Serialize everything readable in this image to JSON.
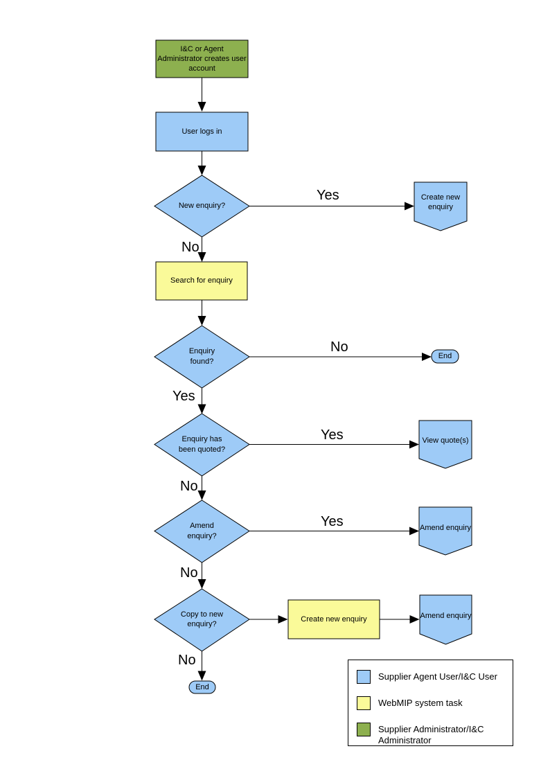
{
  "colors": {
    "user": "#9ECBF7",
    "system": "#FAFA99",
    "admin": "#8DB04F",
    "stroke": "#000000"
  },
  "nodes": {
    "admin_create_account": {
      "label": "I&C or Agent Administrator creates user account"
    },
    "user_logs_in": {
      "label": "User logs in"
    },
    "new_enquiry_q": {
      "label": "New enquiry?"
    },
    "create_new_enquiry_offpage": {
      "label": "Create new enquiry"
    },
    "search_for_enquiry": {
      "label": "Search for enquiry"
    },
    "enquiry_found_q": {
      "label": "Enquiry found?"
    },
    "end_right": {
      "label": "End"
    },
    "enquiry_quoted_q": {
      "label": "Enquiry has been quoted?"
    },
    "view_quotes": {
      "label": "View quote(s)"
    },
    "amend_enquiry_q": {
      "label": "Amend enquiry?"
    },
    "amend_enquiry_offpage": {
      "label": "Amend enquiry"
    },
    "copy_to_new_q": {
      "label": "Copy to new enquiry?"
    },
    "create_new_enquiry_task": {
      "label": "Create new enquiry"
    },
    "amend_enquiry_offpage2": {
      "label": "Amend enquiry"
    },
    "end_bottom": {
      "label": "End"
    }
  },
  "edge_labels": {
    "new_enquiry_yes": "Yes",
    "new_enquiry_no": "No",
    "enquiry_found_no": "No",
    "enquiry_found_yes": "Yes",
    "quoted_yes": "Yes",
    "quoted_no": "No",
    "amend_yes": "Yes",
    "amend_no": "No",
    "copy_no": "No"
  },
  "legend": {
    "items": [
      {
        "swatch": "user",
        "label": "Supplier Agent User/I&C User"
      },
      {
        "swatch": "system",
        "label": "WebMIP system task"
      },
      {
        "swatch": "admin",
        "label": "Supplier Administrator/I&C Administrator"
      }
    ]
  }
}
